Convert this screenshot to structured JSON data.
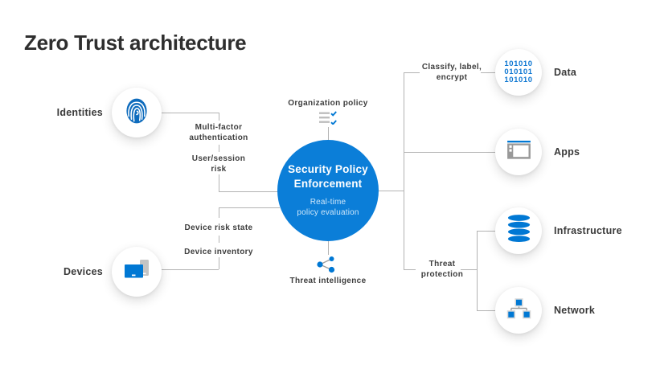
{
  "title": "Zero Trust architecture",
  "colors": {
    "accent_blue": "#0078d4",
    "hub_blue": "#0b7ed8",
    "fingerprint_blue": "#0f6cbd",
    "connector_gray": "#b3b3b3",
    "title_text": "#2e2e2e",
    "label_text": "#3d3d3d"
  },
  "hub": {
    "title_line1": "Security Policy",
    "title_line2": "Enforcement",
    "subtitle_line1": "Real-time",
    "subtitle_line2": "policy evaluation"
  },
  "sources": {
    "identities": {
      "label": "Identities",
      "icon": "fingerprint-icon"
    },
    "devices": {
      "label": "Devices",
      "icon": "laptop-phone-icon"
    }
  },
  "signals": {
    "multi_factor_line1": "Multi-factor",
    "multi_factor_line2": "authentication",
    "user_session_line1": "User/session",
    "user_session_line2": "risk",
    "device_risk": "Device risk state",
    "device_inventory": "Device inventory"
  },
  "policy_inputs": {
    "organization_policy": {
      "label": "Organization policy",
      "icon": "checklist-icon"
    },
    "threat_intelligence": {
      "label": "Threat intelligence",
      "icon": "share-nodes-icon"
    }
  },
  "outputs": {
    "classify_line1": "Classify, label,",
    "classify_line2": "encrypt",
    "threat_protection_line1": "Threat",
    "threat_protection_line2": "protection",
    "targets": {
      "data": {
        "label": "Data",
        "icon": "binary-code-icon",
        "icon_rows": [
          "101010",
          "010101",
          "101010"
        ]
      },
      "apps": {
        "label": "Apps",
        "icon": "app-window-icon"
      },
      "infrastructure": {
        "label": "Infrastructure",
        "icon": "database-icon"
      },
      "network": {
        "label": "Network",
        "icon": "network-tree-icon"
      }
    }
  }
}
